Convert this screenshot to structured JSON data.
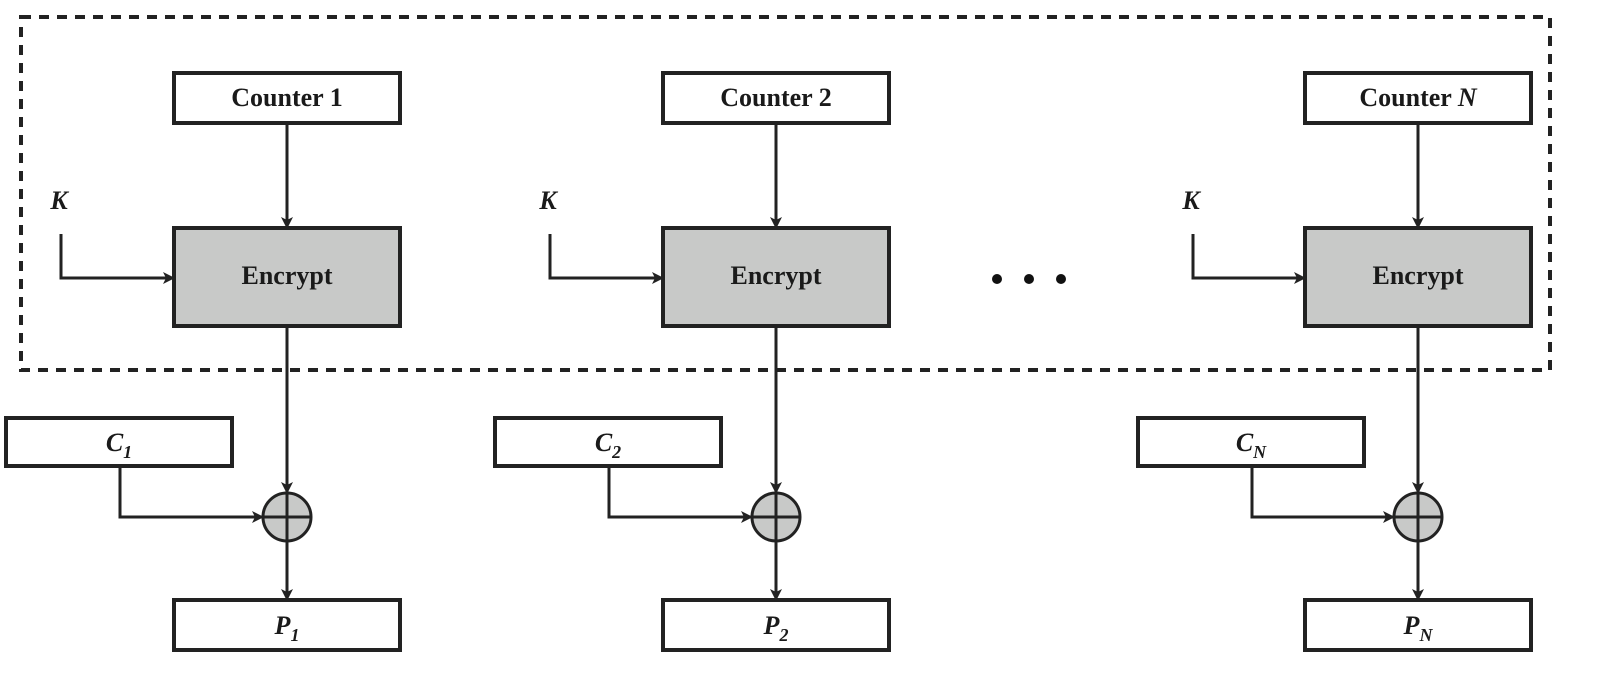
{
  "diagram": {
    "title": "CTR mode decryption",
    "key_label": "K",
    "encrypt_label": "Encrypt",
    "ellipsis": "...",
    "colors": {
      "stroke": "#222222",
      "encrypt_fill": "#c8c9c8",
      "xor_fill": "#c8c9c8",
      "box_fill": "#ffffff",
      "dashed_border": "#222222"
    },
    "columns": [
      {
        "counter_label": "Counter",
        "counter_index": "1",
        "counter_index_italic": false,
        "cipher_label": "C",
        "cipher_sub": "1",
        "plain_label": "P",
        "plain_sub": "1"
      },
      {
        "counter_label": "Counter",
        "counter_index": "2",
        "counter_index_italic": false,
        "cipher_label": "C",
        "cipher_sub": "2",
        "plain_label": "P",
        "plain_sub": "2"
      },
      {
        "counter_label": "Counter",
        "counter_index": "N",
        "counter_index_italic": true,
        "cipher_label": "C",
        "cipher_sub": "N",
        "plain_label": "P",
        "plain_sub": "N"
      }
    ]
  }
}
